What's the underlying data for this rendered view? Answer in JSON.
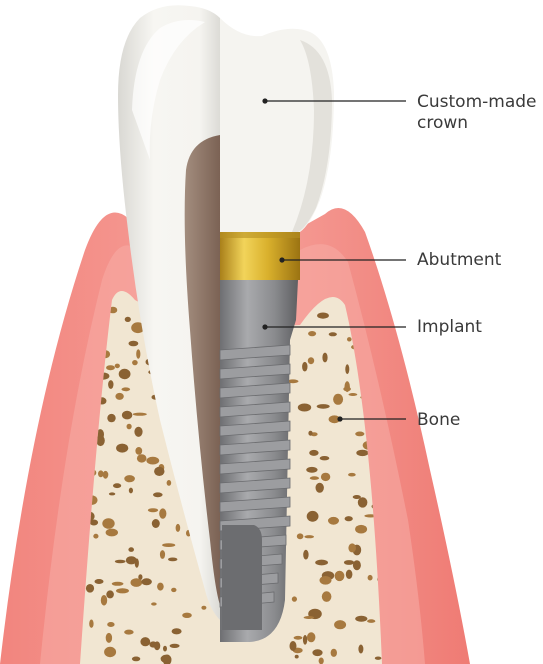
{
  "labels": {
    "crown": {
      "line1": "Custom-made",
      "line2": "crown"
    },
    "abutment": "Abutment",
    "implant": "Implant",
    "bone": "Bone"
  },
  "colors": {
    "gum": "#f07e78",
    "gum_light": "#f8b7b1",
    "bone": "#f1e6d2",
    "bone_spot": "#8a6233",
    "tooth": "#f4f3ef",
    "pulp": "#8b7162",
    "abutment_gold": "#d6b02c",
    "implant_gray": "#8d8e90",
    "leader_line": "#222222",
    "text": "#3a3a3a"
  },
  "icons": [
    "tooth-icon",
    "implant-icon"
  ]
}
